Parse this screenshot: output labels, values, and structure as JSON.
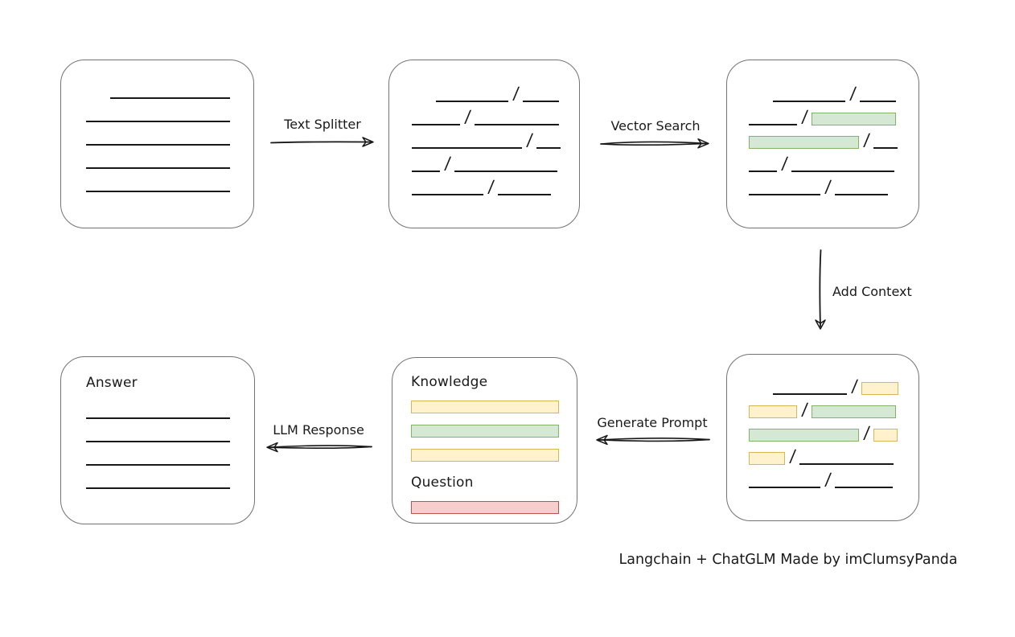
{
  "caption": "Langchain + ChatGLM Made by imClumsyPanda",
  "colors": {
    "green_fill": "#d5e8d4",
    "green_border": "#82b366",
    "yellow_fill": "#fff2cc",
    "yellow_border": "#d6b656",
    "red_fill": "#f8cecc",
    "red_border": "#b85450",
    "line": "#181818",
    "box_border": "#737373",
    "text": "#1a1a1a"
  },
  "arrows": {
    "text_splitter": {
      "label": "Text Splitter",
      "direction": "right"
    },
    "vector_search": {
      "label": "Vector Search",
      "direction": "right"
    },
    "add_context": {
      "label": "Add Context",
      "direction": "down"
    },
    "generate_prompt": {
      "label": "Generate Prompt",
      "direction": "left"
    },
    "llm_response": {
      "label": "LLM Response",
      "direction": "left"
    }
  },
  "boxes": {
    "document": {
      "rows": [
        {
          "ind": 30,
          "segs": [
            {
              "t": "line",
              "w": 149
            }
          ]
        },
        {
          "segs": [
            {
              "t": "line",
              "w": 179
            }
          ]
        },
        {
          "segs": [
            {
              "t": "line",
              "w": 179
            }
          ]
        },
        {
          "segs": [
            {
              "t": "line",
              "w": 179
            }
          ]
        },
        {
          "segs": [
            {
              "t": "line",
              "w": 179
            }
          ]
        }
      ]
    },
    "chunks": {
      "rows": [
        {
          "ind": 30,
          "segs": [
            {
              "t": "line",
              "w": 90
            },
            {
              "t": "line",
              "w": 45
            }
          ]
        },
        {
          "segs": [
            {
              "t": "line",
              "w": 60
            },
            {
              "t": "line",
              "w": 105
            }
          ]
        },
        {
          "segs": [
            {
              "t": "line",
              "w": 137
            },
            {
              "t": "line",
              "w": 30
            }
          ]
        },
        {
          "segs": [
            {
              "t": "line",
              "w": 35
            },
            {
              "t": "line",
              "w": 128
            }
          ]
        },
        {
          "segs": [
            {
              "t": "line",
              "w": 89
            },
            {
              "t": "line",
              "w": 66
            }
          ]
        }
      ]
    },
    "matches": {
      "rows": [
        {
          "ind": 30,
          "segs": [
            {
              "t": "line",
              "w": 90
            },
            {
              "t": "line",
              "w": 45
            }
          ]
        },
        {
          "segs": [
            {
              "t": "line",
              "w": 60
            },
            {
              "t": "g",
              "w": 105
            }
          ]
        },
        {
          "segs": [
            {
              "t": "g",
              "w": 137
            },
            {
              "t": "line",
              "w": 30
            }
          ]
        },
        {
          "segs": [
            {
              "t": "line",
              "w": 35
            },
            {
              "t": "line",
              "w": 128
            }
          ]
        },
        {
          "segs": [
            {
              "t": "line",
              "w": 89
            },
            {
              "t": "line",
              "w": 66
            }
          ]
        }
      ]
    },
    "context": {
      "rows": [
        {
          "ind": 30,
          "segs": [
            {
              "t": "line",
              "w": 92
            },
            {
              "t": "y",
              "w": 46
            }
          ]
        },
        {
          "segs": [
            {
              "t": "y",
              "w": 60
            },
            {
              "t": "g",
              "w": 105
            }
          ]
        },
        {
          "segs": [
            {
              "t": "g",
              "w": 137
            },
            {
              "t": "y",
              "w": 30
            }
          ]
        },
        {
          "segs": [
            {
              "t": "y",
              "w": 45
            },
            {
              "t": "line",
              "w": 117
            }
          ]
        },
        {
          "segs": [
            {
              "t": "line",
              "w": 89
            },
            {
              "t": "line",
              "w": 72
            }
          ]
        }
      ]
    },
    "prompt": {
      "knowledge_label": "Knowledge",
      "question_label": "Question",
      "knowledge_rows": [
        {
          "segs": [
            {
              "t": "y",
              "w": 184
            }
          ]
        },
        {
          "segs": [
            {
              "t": "g",
              "w": 184
            }
          ]
        },
        {
          "segs": [
            {
              "t": "y",
              "w": 184
            }
          ]
        }
      ],
      "question_rows": [
        {
          "segs": [
            {
              "t": "r",
              "w": 184
            }
          ]
        }
      ]
    },
    "answer": {
      "label": "Answer",
      "rows": [
        {
          "segs": [
            {
              "t": "line",
              "w": 179
            }
          ]
        },
        {
          "segs": [
            {
              "t": "line",
              "w": 179
            }
          ]
        },
        {
          "segs": [
            {
              "t": "line",
              "w": 179
            }
          ]
        },
        {
          "segs": [
            {
              "t": "line",
              "w": 179
            }
          ]
        }
      ]
    }
  }
}
